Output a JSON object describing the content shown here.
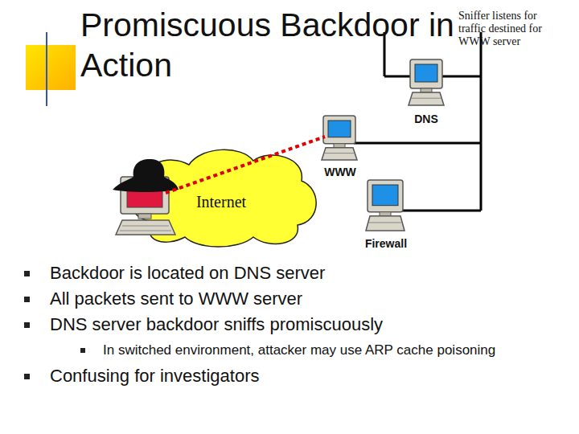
{
  "diagram": {
    "title": "Promiscuous Backdoor in Action",
    "nodes": [
      {
        "text": [
          "DNS"
        ]
      },
      {
        "text": [
          "WWW"
        ]
      },
      {
        "text": [
          "Internet"
        ]
      },
      {
        "text": [
          "Firewall"
        ]
      }
    ],
    "labels": [
      "Sniffer listens for traffic destined for WWW server",
      "Backdoor is located on DNS server",
      "All packets sent to WWW server",
      "DNS server backdoor sniffs promiscuously",
      "In switched environment, attacker may use ARP cache poisoning",
      "Confusing for investigators"
    ]
  }
}
